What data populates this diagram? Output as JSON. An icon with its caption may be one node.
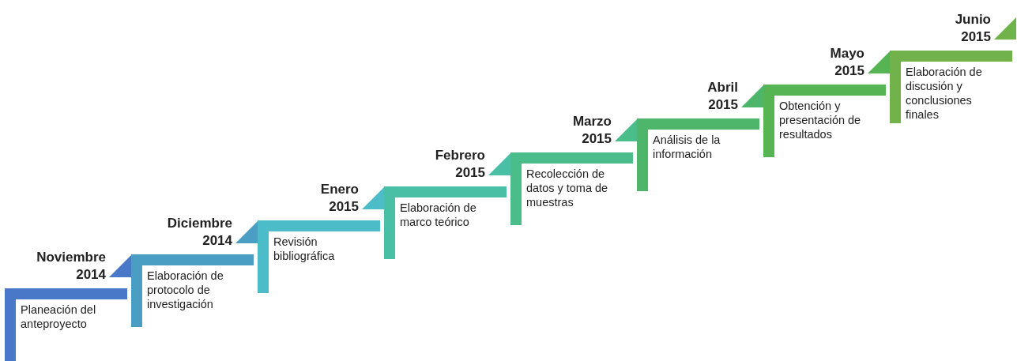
{
  "diagram": {
    "nodes": [
      {
        "text": [
          "Noviembre 2014",
          "Planeación del anteproyecto"
        ]
      },
      {
        "text": [
          "Diciembre 2014",
          "Elaboración de protocolo de investigación"
        ]
      },
      {
        "text": [
          "Enero 2015",
          "Revisión bibliográfica"
        ]
      },
      {
        "text": [
          "Febrero 2015",
          "Elaboración de marco teórico"
        ]
      },
      {
        "text": [
          "Marzo 2015",
          "Recolección de datos y toma de muestras"
        ]
      },
      {
        "text": [
          "Abril 2015",
          "Análisis de la información"
        ]
      },
      {
        "text": [
          "Mayo 2015",
          "Obtención y presentación de resultados"
        ]
      },
      {
        "text": [
          "Junio 2015",
          "Elaboración de discusión y conclusiones finales"
        ]
      }
    ]
  }
}
